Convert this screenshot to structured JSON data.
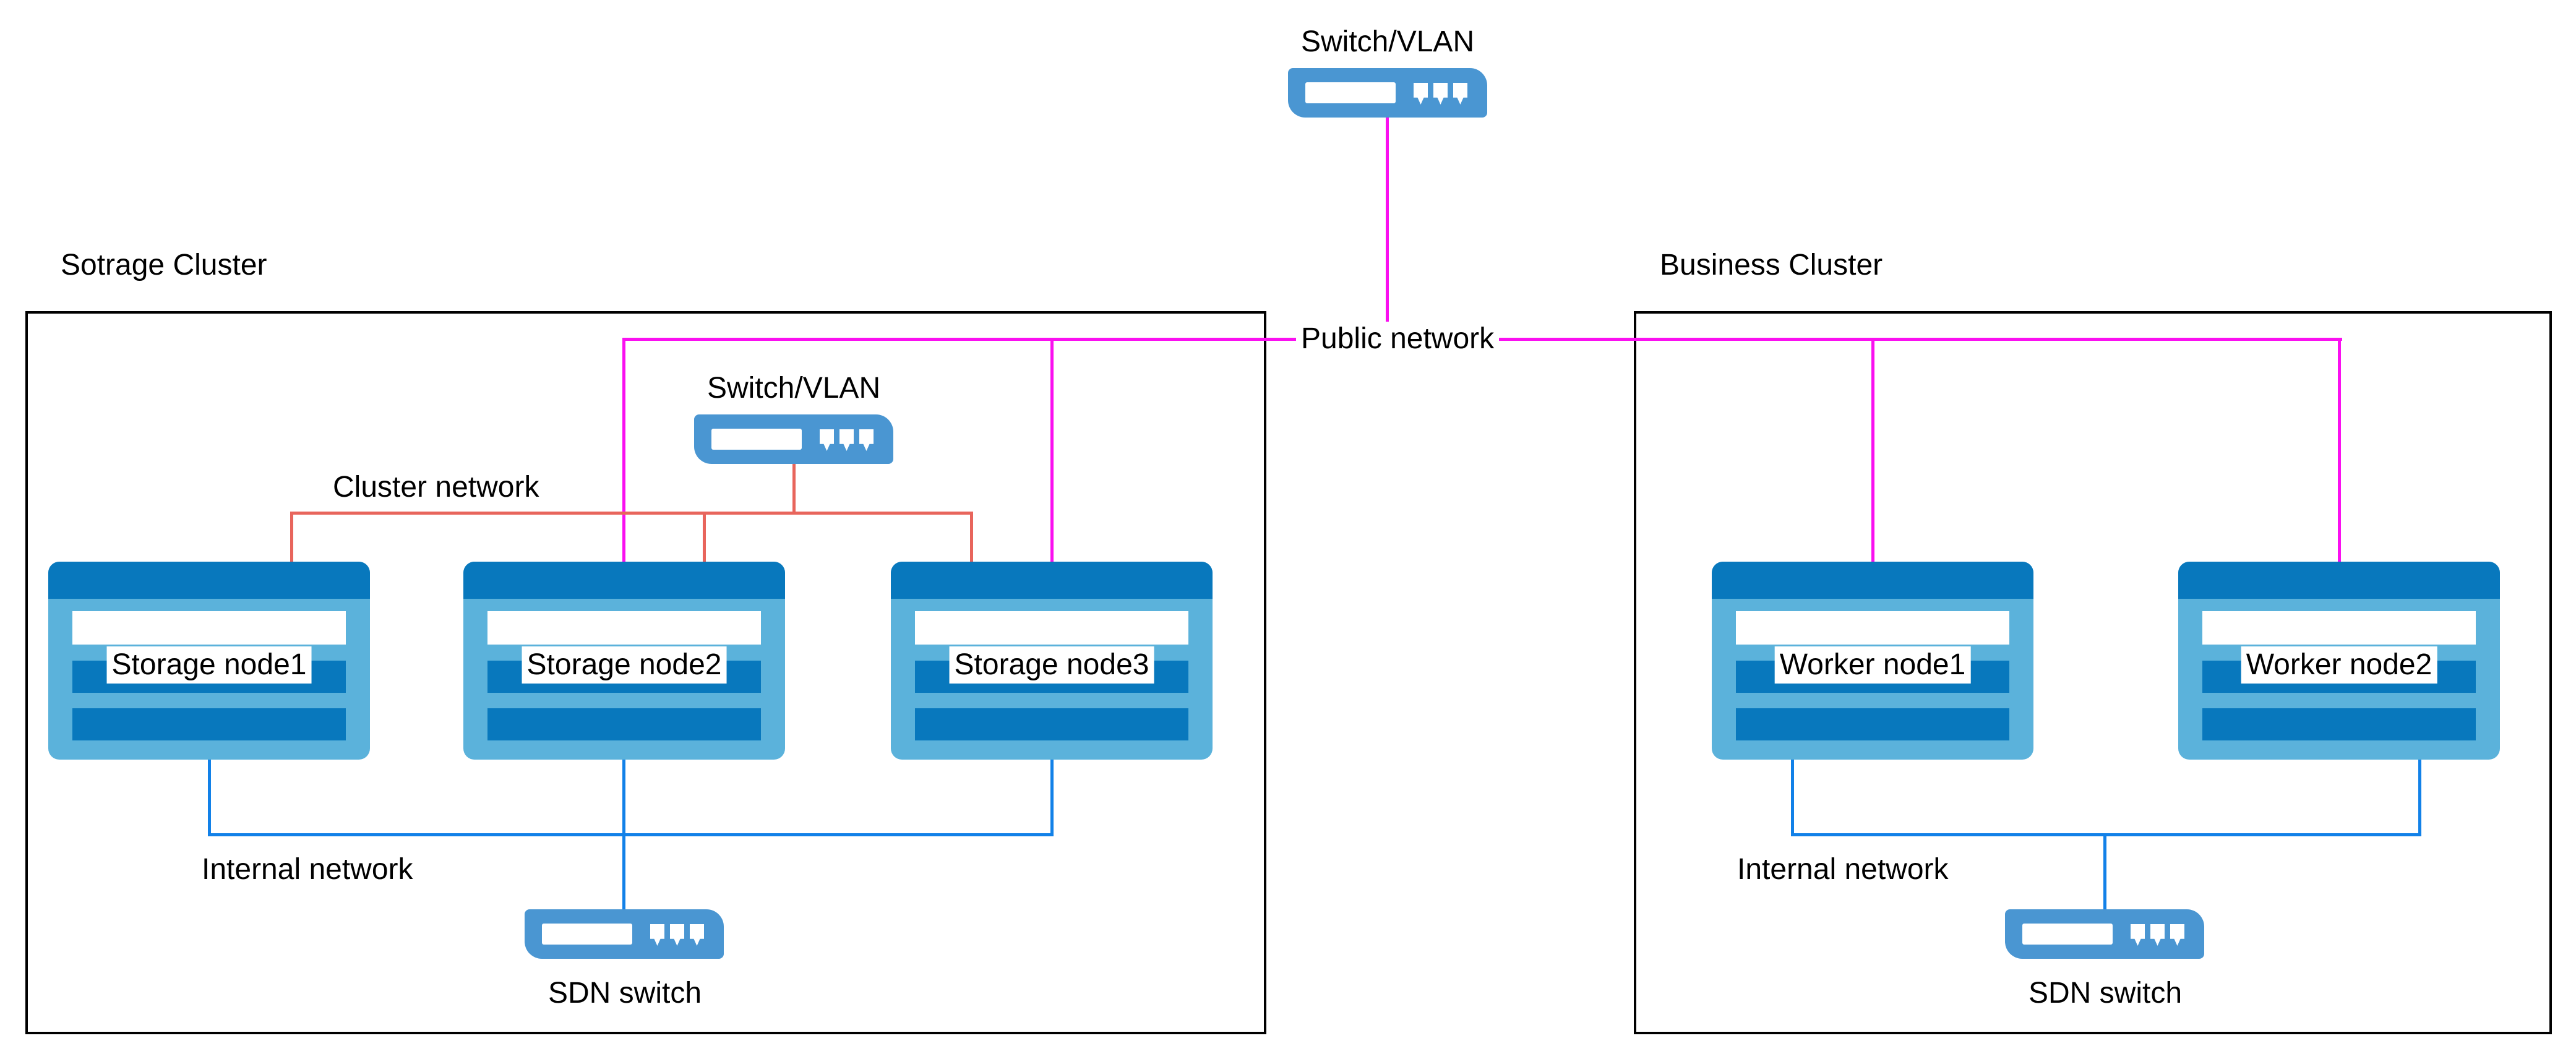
{
  "colors": {
    "node-dark": "#0878BD",
    "node-light": "#5BB2DB",
    "switch-blue": "#4A96D2",
    "line-public": "#FA10F0",
    "line-cluster": "#E8655C",
    "line-internal": "#1281E8",
    "border-color": "#000000"
  },
  "top_switch": {
    "label": "Switch/VLAN"
  },
  "public_network_label": "Public network",
  "clusters": [
    {
      "title": "Sotrage Cluster",
      "switch_label": "Switch/VLAN",
      "network_labels": {
        "cluster": "Cluster network",
        "internal": "Internal network"
      },
      "sdn_switch_label": "SDN switch",
      "nodes": [
        "Storage node1",
        "Storage node2",
        "Storage node3"
      ]
    },
    {
      "title": "Business Cluster",
      "network_labels": {
        "internal": "Internal network"
      },
      "sdn_switch_label": "SDN switch",
      "nodes": [
        "Worker node1",
        "Worker node2"
      ]
    }
  ]
}
